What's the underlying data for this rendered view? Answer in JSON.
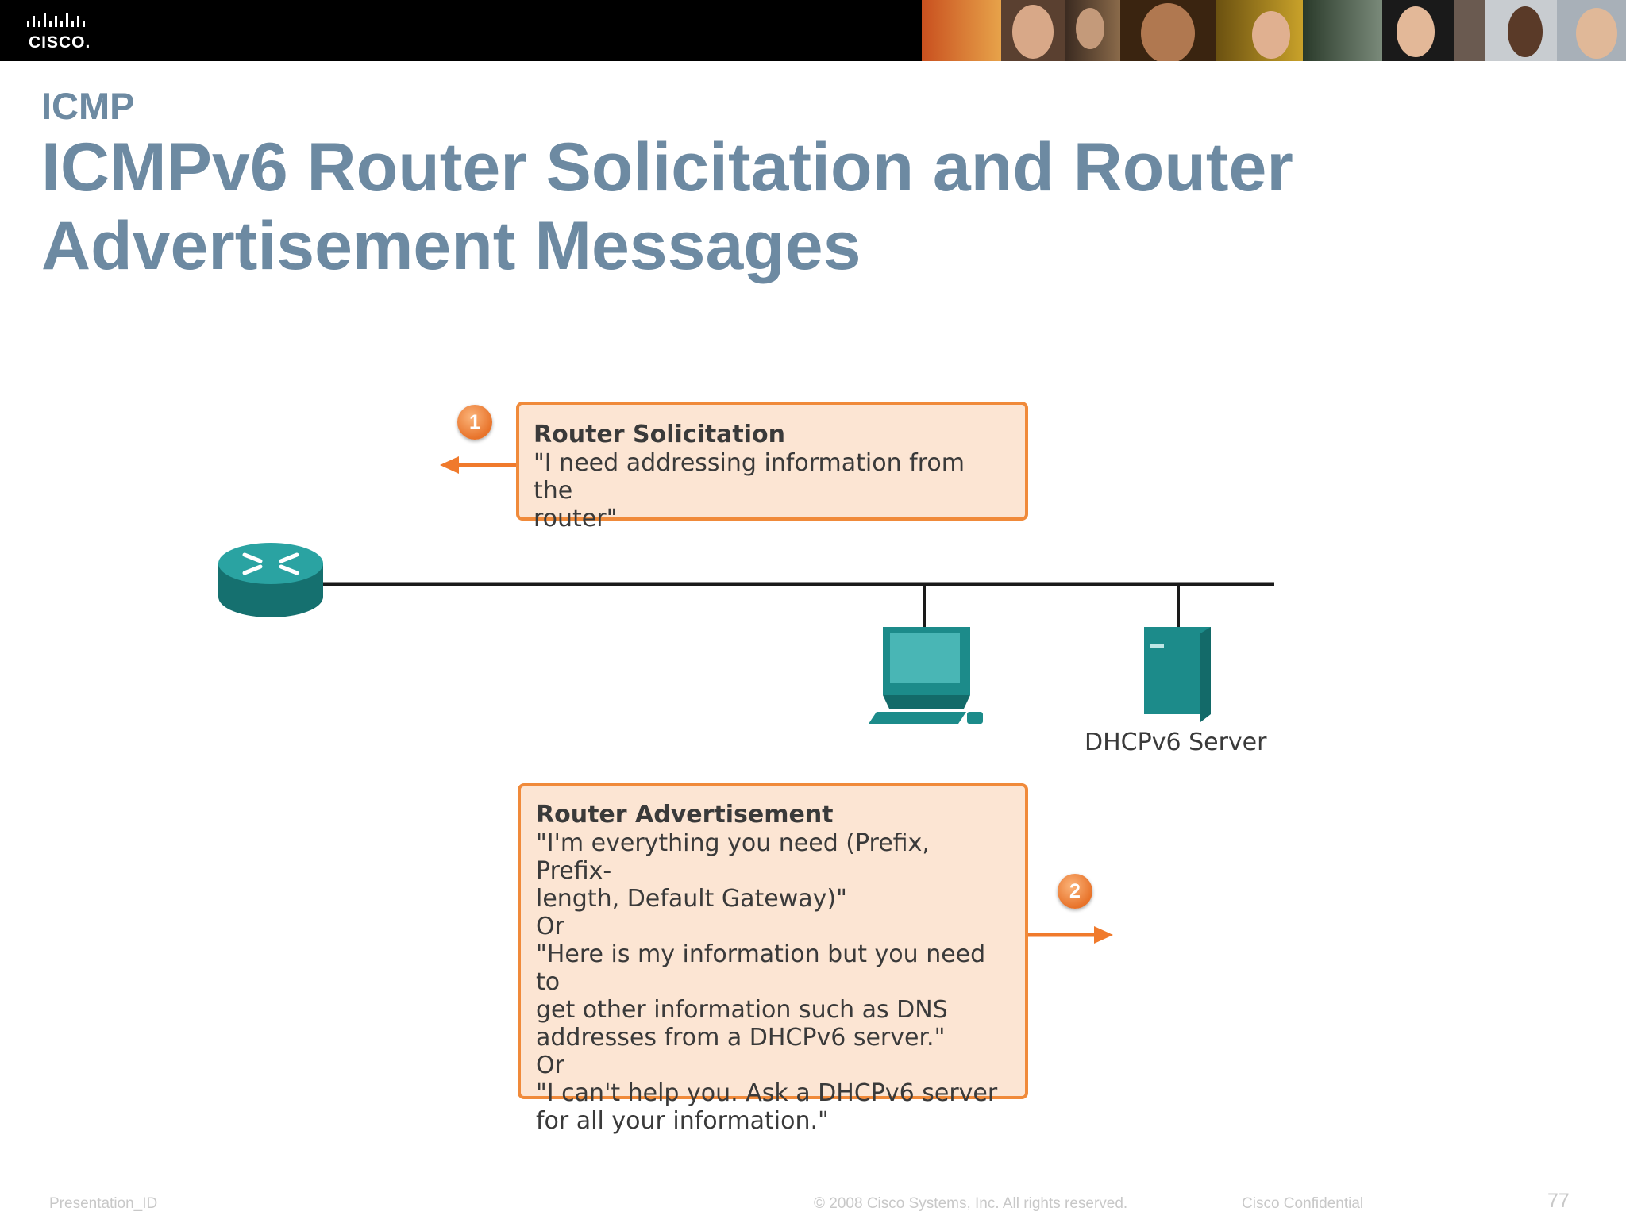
{
  "header": {
    "logo_text": "CISCO."
  },
  "section_label": "ICMP",
  "title_line1": "ICMPv6 Router Solicitation and Router",
  "title_line2": "Advertisement Messages",
  "diagram": {
    "router_solicitation": {
      "badge": "1",
      "title": "Router Solicitation",
      "lines": [
        "\"I need addressing information from the",
        "router\""
      ]
    },
    "router_advertisement": {
      "badge": "2",
      "title": "Router Advertisement",
      "lines": [
        "\"I'm everything you need (Prefix, Prefix-",
        "length, Default Gateway)\"",
        "Or",
        "\"Here is my information but you need to",
        "get other information such as DNS",
        "addresses from a DHCPv6 server.\"",
        "Or",
        "\"I can't help you. Ask a DHCPv6 server",
        "for all your information.\""
      ]
    },
    "server_label": "DHCPv6 Server",
    "colors": {
      "device": "#1c8b8a",
      "callout_fill": "#fce5d3",
      "callout_border": "#f08a3a",
      "arrow": "#f07a2c"
    }
  },
  "footer": {
    "presentation_id": "Presentation_ID",
    "copyright": "© 2008 Cisco Systems, Inc. All rights reserved.",
    "confidential": "Cisco Confidential",
    "page_number": "77"
  }
}
